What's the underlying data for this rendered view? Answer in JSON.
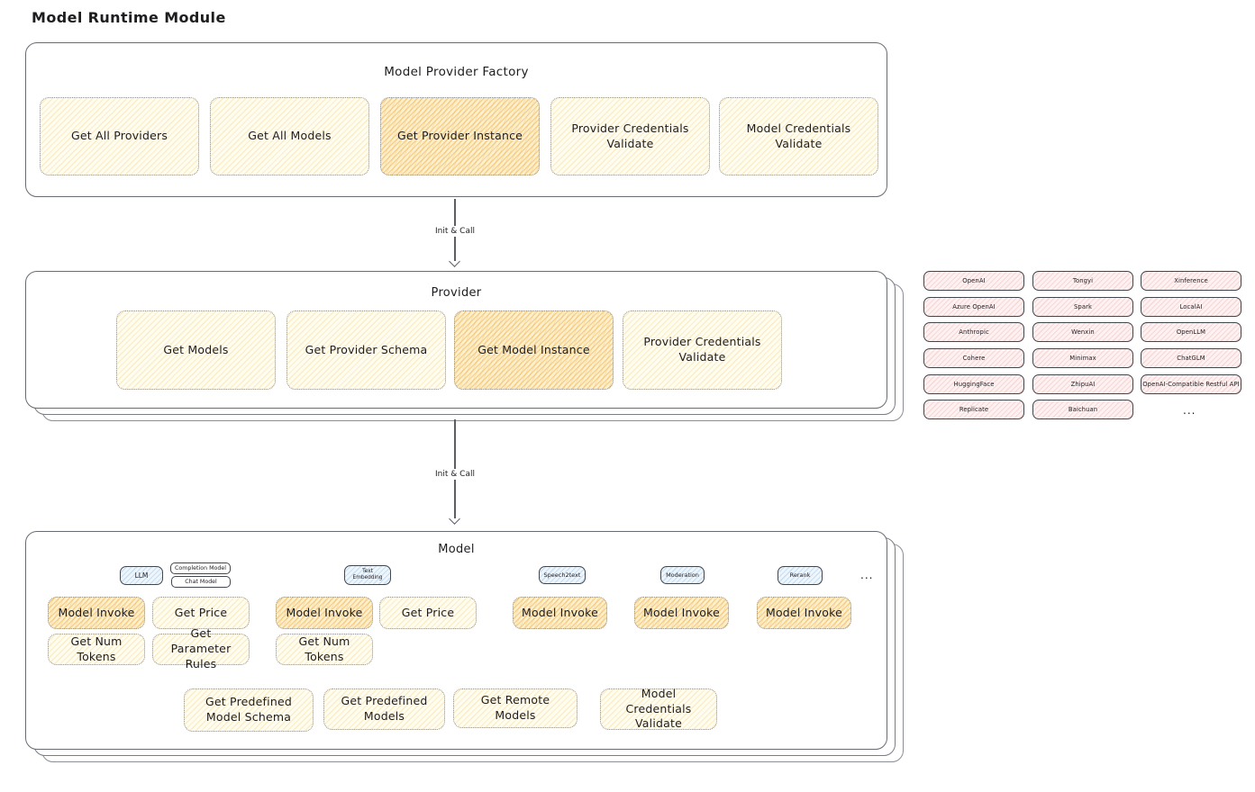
{
  "title": "Model Runtime Module",
  "arrows": {
    "top": "Init & Call",
    "bottom": "Init & Call"
  },
  "factory": {
    "title": "Model Provider Factory",
    "methods": [
      "Get All Providers",
      "Get All Models",
      "Get Provider Instance",
      "Provider Credentials Validate",
      "Model Credentials Validate"
    ]
  },
  "provider": {
    "title": "Provider",
    "methods": [
      "Get Models",
      "Get Provider Schema",
      "Get Model Instance",
      "Provider Credentials Validate"
    ]
  },
  "providers_grid": {
    "items": [
      "OpenAI",
      "Tongyi",
      "Xinference",
      "Azure OpenAI",
      "Spark",
      "LocalAI",
      "Anthropic",
      "Wenxin",
      "OpenLLM",
      "Cohere",
      "Minimax",
      "ChatGLM",
      "HuggingFace",
      "ZhipuAI",
      "OpenAI-Compatible Restful API",
      "Replicate",
      "Baichuan"
    ],
    "more": "..."
  },
  "model": {
    "title": "Model",
    "tabs": [
      "LLM",
      "Completion Model",
      "Chat Model",
      "Text Embedding",
      "Speech2text",
      "Moderation",
      "Rerank"
    ],
    "tabs_more": "...",
    "llm_methods": [
      "Model Invoke",
      "Get Price",
      "Get Num Tokens",
      "Get Parameter Rules"
    ],
    "text_embedding_methods": [
      "Model Invoke",
      "Get Price",
      "Get Num Tokens"
    ],
    "speech2text_methods": [
      "Model Invoke"
    ],
    "moderation_methods": [
      "Model Invoke"
    ],
    "rerank_methods": [
      "Model Invoke"
    ],
    "common_methods": [
      "Get Predefined Model Schema",
      "Get Predefined Models",
      "Get Remote Models",
      "Model Credentials Validate"
    ]
  },
  "colors": {
    "method_fill": "#fffcf0",
    "method_hatch": "#f0c65e",
    "highlight_hatch": "#f2a632",
    "provider_chip_fill": "#fdf1f1",
    "provider_chip_hatch": "#ec9c9c",
    "tab_fill": "#eef6fc",
    "tab_hatch": "#7eb2e2",
    "panel_border": "#686c72",
    "text": "#1d1d20"
  }
}
